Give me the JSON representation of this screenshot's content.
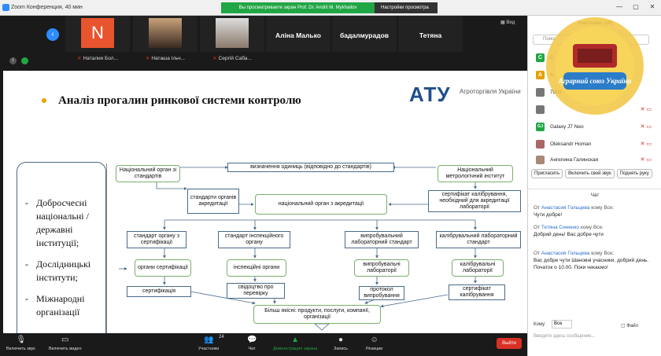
{
  "window": {
    "title": "Zoom Конференция, 40 мин",
    "share_banner": "Вы просматриваете экран Prof. Dr. Andrii M. Mykhailov",
    "view_options": "Настройки просмотра",
    "controls": [
      "—",
      "▢",
      "✕"
    ]
  },
  "gallery": {
    "tiles": [
      {
        "name": "Наталия Бол...",
        "initial": "N",
        "color": "#e8542d",
        "muted": true
      },
      {
        "name": "Наташа Ільч...",
        "color": "#3a2a20",
        "muted": true
      },
      {
        "name": "Сергій Саба...",
        "color": "#8a7a6a",
        "muted": true
      }
    ],
    "name_tiles": [
      "Аліна Малько",
      "бадалмурадов",
      "Тетяна"
    ],
    "view_label": "Вид"
  },
  "slide": {
    "title": "Аналіз прогалин ринкової системи контролю",
    "logo": "АТУ",
    "logo_text": "Агроторгівля України",
    "left_list": [
      "Добросчесні національні / державні інституції;",
      "Дослідницькі інститути;",
      "Міжнародні організації"
    ],
    "nodes": {
      "nat_body": "Національний орган зі стандартів",
      "units": "визначення одиниць (відповідно до стандартів)",
      "metrology": "Національний метрологічний інститут",
      "acc_std": "стандарти органів акредитації",
      "nat_acc": "національний орган з акредитації",
      "calib_cert": "сертифікат калібрування, необхідний для акредитації лабораторії",
      "cert_std": "стандарт органу з сертифікації",
      "insp_std": "стандарт інспекційного органу",
      "test_std": "випробувальний лабораторний стандарт",
      "cal_std": "калібрувальний лабораторний стандарт",
      "cert_bodies": "органи сертифікації",
      "insp_bodies": "інспекційні органи",
      "test_labs": "випробувальні лабораторії",
      "cal_labs": "калібрувальні лабораторії",
      "certification": "сертифікація",
      "insp_cert": "свідоцтво про перевірку",
      "test_protocol": "протокол випробування",
      "cal_cert": "сертифікат калібрування",
      "result": "Більш якісні: продукти, послуги, компанії, організації"
    }
  },
  "toolbar": {
    "mute": "Включить звук",
    "video": "Включить видео",
    "participants": "Участники",
    "participants_count": "24",
    "chat": "Чат",
    "share": "Демонстрация экрана",
    "record": "Запись",
    "reactions": "Реакции",
    "leave": "Выйти"
  },
  "sidebar": {
    "participants_title": "Участники (24)",
    "search_placeholder": "Поиск",
    "participants": [
      {
        "name": "С",
        "initial": "С",
        "color": "#21a645"
      },
      {
        "name": "А",
        "initial": "А",
        "color": "#e5a100"
      },
      {
        "name": "7803",
        "initial": "",
        "color": "#777"
      },
      {
        "name": "Galaxy J7 Neo",
        "initial": "GJ",
        "color": "#21a645"
      },
      {
        "name": "Oleksandr Homan",
        "initial": "",
        "color": "#a66"
      },
      {
        "name": "Ангелина Галинская",
        "initial": "",
        "color": "#a87"
      }
    ],
    "buttons": [
      "Пригласить",
      "Включить свой звук",
      "Поднять руку"
    ],
    "chat_title": "Чат",
    "messages": [
      {
        "from": "От",
        "who": "Анастасия Гольцева",
        "to": "кому Все:",
        "text": "Чути добре!"
      },
      {
        "from": "От",
        "who": "Тетяна Синенко",
        "to": "кому Все:",
        "text": "Добрий день! Вас добре чути"
      },
      {
        "from": "От",
        "who": "Анастасия Гольцева",
        "to": "кому Все:",
        "text": "Вас добре чути Шановні учасники, добрий день. Початок о 10.00. Поки чекаємо!"
      }
    ],
    "to_label": "Кому:",
    "to_value": "Все",
    "file_label": "Файл",
    "input_placeholder": "Введите здесь сообщение..."
  },
  "seal": {
    "text": "Аграрний союз України"
  }
}
